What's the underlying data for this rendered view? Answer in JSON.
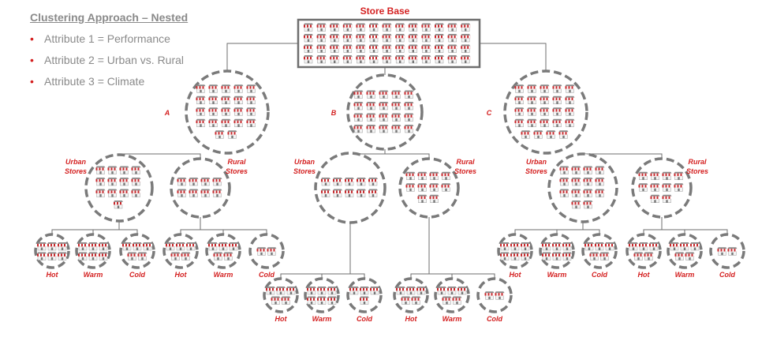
{
  "legend": {
    "title": "Clustering Approach – Nested",
    "items": [
      "Attribute 1 = Performance",
      "Attribute 2 = Urban vs. Rural",
      "Attribute 3 = Climate"
    ]
  },
  "store_base": {
    "title": "Store Base",
    "rows": 4,
    "cols": 13
  },
  "groups": [
    {
      "id": "A",
      "label": "A",
      "stores": 22
    },
    {
      "id": "B",
      "label": "B",
      "stores": 20
    },
    {
      "id": "C",
      "label": "C",
      "stores": 24
    }
  ],
  "subgroup_labels": {
    "urban": [
      "Urban",
      "Stores"
    ],
    "rural": [
      "Rural",
      "Stores"
    ]
  },
  "subgroups": [
    {
      "id": "A-urban",
      "kind": "urban",
      "stores": 13
    },
    {
      "id": "A-rural",
      "kind": "rural",
      "stores": 8
    },
    {
      "id": "B-urban",
      "kind": "urban",
      "stores": 10
    },
    {
      "id": "B-rural",
      "kind": "rural",
      "stores": 10
    },
    {
      "id": "C-urban",
      "kind": "urban",
      "stores": 14
    },
    {
      "id": "C-rural",
      "kind": "rural",
      "stores": 10
    }
  ],
  "climates": [
    "Hot",
    "Warm",
    "Cold"
  ],
  "leaves": [
    {
      "id": "A-urban-hot",
      "climate": "Hot",
      "stores": 6
    },
    {
      "id": "A-urban-warm",
      "climate": "Warm",
      "stores": 6
    },
    {
      "id": "A-urban-cold",
      "climate": "Cold",
      "stores": 5
    },
    {
      "id": "A-rural-hot",
      "climate": "Hot",
      "stores": 5
    },
    {
      "id": "A-rural-warm",
      "climate": "Warm",
      "stores": 5
    },
    {
      "id": "A-rural-cold",
      "climate": "Cold",
      "stores": 2
    },
    {
      "id": "B-urban-hot",
      "climate": "Hot",
      "stores": 5
    },
    {
      "id": "B-urban-warm",
      "climate": "Warm",
      "stores": 6
    },
    {
      "id": "B-urban-cold",
      "climate": "Cold",
      "stores": 4
    },
    {
      "id": "B-rural-hot",
      "climate": "Hot",
      "stores": 5
    },
    {
      "id": "B-rural-warm",
      "climate": "Warm",
      "stores": 5
    },
    {
      "id": "B-rural-cold",
      "climate": "Cold",
      "stores": 2
    },
    {
      "id": "C-urban-hot",
      "climate": "Hot",
      "stores": 6
    },
    {
      "id": "C-urban-warm",
      "climate": "Warm",
      "stores": 6
    },
    {
      "id": "C-urban-cold",
      "climate": "Cold",
      "stores": 5
    },
    {
      "id": "C-rural-hot",
      "climate": "Hot",
      "stores": 5
    },
    {
      "id": "C-rural-warm",
      "climate": "Warm",
      "stores": 5
    },
    {
      "id": "C-rural-cold",
      "climate": "Cold",
      "stores": 2
    }
  ],
  "colors": {
    "label_red": "#d42020",
    "circle": "#7a7a7a",
    "line": "#6e6e6e",
    "text_gray": "#8a8a8a",
    "awning_red": "#c8282c"
  },
  "icon": "storefront-icon"
}
